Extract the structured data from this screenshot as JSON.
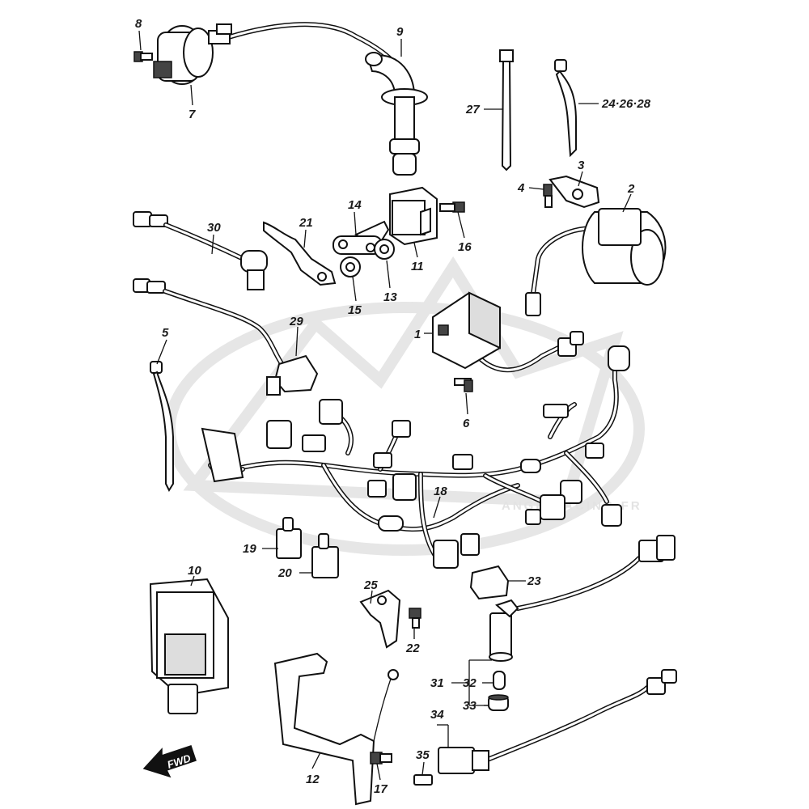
{
  "diagram": {
    "labels": {
      "l1": "1",
      "l2": "2",
      "l3": "3",
      "l4": "4",
      "l5": "5",
      "l6": "6",
      "l7": "7",
      "l8": "8",
      "l9": "9",
      "l10": "10",
      "l11": "11",
      "l12": "12",
      "l13": "13",
      "l14": "14",
      "l15": "15",
      "l16": "16",
      "l17": "17",
      "l18": "18",
      "l19": "19",
      "l20": "20",
      "l21": "21",
      "l22": "22",
      "l23": "23",
      "l24": "24·26·28",
      "l25": "25",
      "l27": "27",
      "l29": "29",
      "l30": "30",
      "l31": "31",
      "l32": "32",
      "l33": "33",
      "l34": "34",
      "l35": "35"
    },
    "fwd_label": "FWD",
    "watermark": "ANGE-RACING.FR"
  },
  "colors": {
    "line": "#111111",
    "watermark": "#e3e3e3",
    "part_fill": "#ffffff"
  }
}
